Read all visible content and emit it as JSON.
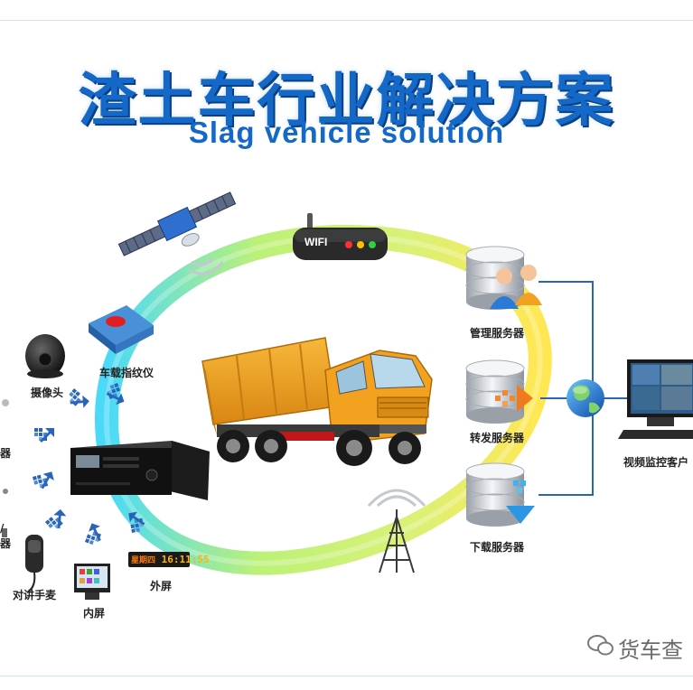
{
  "title": {
    "cn": "渣土车行业解决方案",
    "en": "Slag vehicle solution"
  },
  "devices": {
    "wifi": "WIFI",
    "fingerprint": "车载指纹仪",
    "camera": "摄像头",
    "intercom": "对讲手麦",
    "inner_screen": "内屏",
    "outer_screen": "外屏",
    "led_date": "星期四",
    "led_time": "16:11:55",
    "left_cut_1": "器",
    "left_cut_2": "器",
    "left_cut_3": "/"
  },
  "servers": {
    "management": "管理服务器",
    "forwarding": "转发服务器",
    "download": "下载服务器"
  },
  "client": {
    "label": "视频监控客户"
  },
  "watermark": "货车查",
  "colors": {
    "title_blue": "#1468c8",
    "ring_green": "#b8f070",
    "ring_cyan": "#40d8f8",
    "ring_yellow": "#ffe64a",
    "truck_orange": "#f2a21e",
    "connector_blue": "#2a64b8"
  },
  "icons": [
    "satellite-icon",
    "wifi-router-icon",
    "fingerprint-reader-icon",
    "dome-camera-icon",
    "mdvr-recorder-icon",
    "dump-truck-icon",
    "database-icon",
    "user-group-icon",
    "globe-icon",
    "monitor-icon",
    "antenna-tower-icon",
    "microphone-icon",
    "led-display-icon",
    "arrow-icon"
  ]
}
